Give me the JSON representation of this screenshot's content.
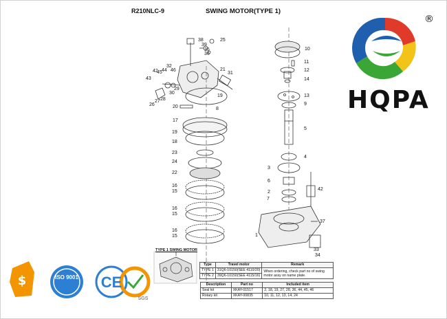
{
  "header": {
    "model": "R210NLC-9",
    "title": "SWING MOTOR(TYPE 1)"
  },
  "brand": {
    "name": "HQPA",
    "registered": "®"
  },
  "inset": {
    "title": "TYPE 1 SWING MOTOR"
  },
  "part_numbers": [
    "38",
    "25",
    "39",
    "35",
    "36",
    "32",
    "44",
    "45",
    "43",
    "42",
    "46",
    "21",
    "31",
    "30",
    "29",
    "28",
    "27",
    "26",
    "19",
    "20",
    "8",
    "17",
    "19",
    "18",
    "23",
    "24",
    "22",
    "16",
    "15",
    "16",
    "15",
    "16",
    "15",
    "10",
    "11",
    "12",
    "14",
    "13",
    "9",
    "5",
    "4",
    "3",
    "6",
    "2",
    "7",
    "42",
    "37",
    "1",
    "33",
    "34"
  ],
  "type_table": {
    "headers": [
      "Type",
      "Travel motor",
      "Remark"
    ],
    "rows": [
      [
        "TYPE 1",
        "31Q6-10150(SEE 4110/20)"
      ],
      [
        "TYPE 2",
        "39Q6-10150(SEE 4115/16)"
      ]
    ],
    "remark": "When ordering, check part no of swing motor assy on name plate."
  },
  "kit_table": {
    "headers": [
      "Description",
      "Part no",
      "Included item"
    ],
    "rows": [
      [
        "Seal kit",
        "XKAY-01517",
        "2, 18, 19, 27, 28, 36, 44, 45, 46"
      ],
      [
        "Rotary kit",
        "XKAY-00835",
        "10, 11, 12, 13, 14, 24"
      ]
    ]
  },
  "certifications": [
    "ISO 9001",
    "CE",
    "SGS"
  ],
  "colors": {
    "logo_red": "#e03a2a",
    "logo_blue": "#1f5fae",
    "logo_green": "#3aa635",
    "logo_yellow": "#f2c318",
    "badge_orange": "#f29500",
    "badge_blue": "#2d7fd3"
  }
}
